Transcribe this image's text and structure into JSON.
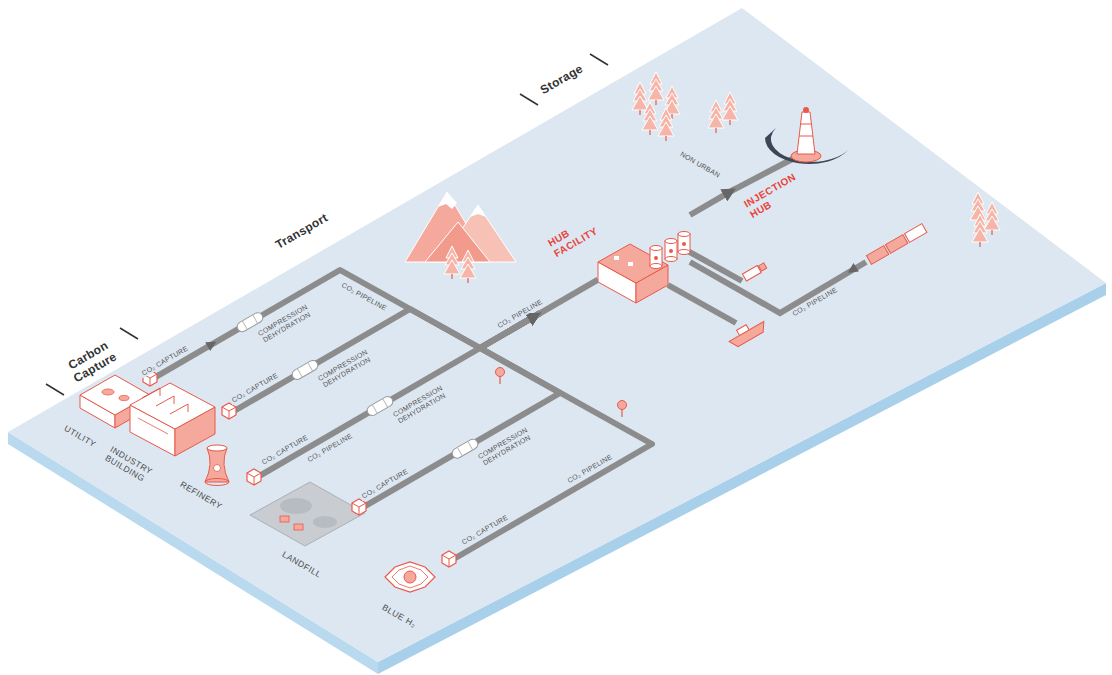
{
  "diagram": {
    "nodes": [
      {
        "text": [
          "UTILITY"
        ]
      },
      {
        "text": [
          "INDUSTRY BUILDING"
        ]
      },
      {
        "text": [
          "REFINERY"
        ]
      },
      {
        "text": [
          "LANDFILL"
        ]
      },
      {
        "text": [
          "BLUE H₂"
        ]
      },
      {
        "text": [
          "HUB FACILITY"
        ]
      },
      {
        "text": [
          "INJECTION HUB"
        ]
      }
    ],
    "edges": [
      {
        "from": 0,
        "to": 5,
        "arrow": "to",
        "label": "CO₂ PIPELINE"
      },
      {
        "from": 1,
        "to": 5,
        "arrow": "to"
      },
      {
        "from": 2,
        "to": 5,
        "arrow": "to",
        "label": "CO₂ PIPELINE"
      },
      {
        "from": 3,
        "to": 5,
        "arrow": "to"
      },
      {
        "from": 4,
        "to": 5,
        "arrow": "to",
        "label": "CO₂ PIPELINE"
      },
      {
        "from": 5,
        "to": 6,
        "arrow": "to"
      }
    ],
    "labels": [
      "Carbon Capture",
      "Transport",
      "Storage",
      "CO₂ CAPTURE",
      "COMPRESSION DEHYDRATION",
      "CO₂ CAPTURE",
      "COMPRESSION DEHYDRATION",
      "CO₂ CAPTURE",
      "COMPRESSION DEHYDRATION",
      "CO₂ CAPTURE",
      "COMPRESSION DEHYDRATION",
      "CO₂ CAPTURE",
      "CO₂ PIPELINE",
      "CO₂ PIPELINE",
      "NON URBAN"
    ]
  }
}
